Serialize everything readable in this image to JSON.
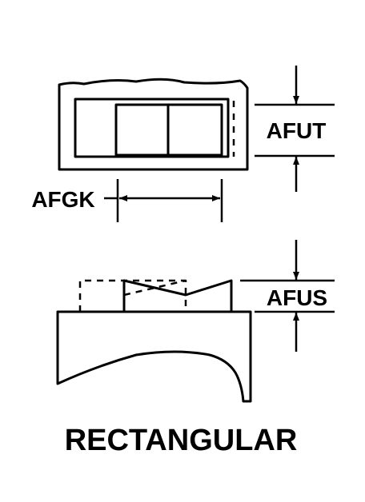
{
  "labels": {
    "afut": "AFUT",
    "afgk": "AFGK",
    "afus": "AFUS",
    "shape_name": "RECTANGULAR"
  },
  "colors": {
    "ink": "#000000",
    "background": "#ffffff"
  }
}
